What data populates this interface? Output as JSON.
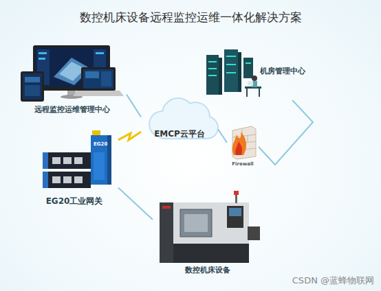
{
  "diagram": {
    "title": "数控机床设备远程监控运维一体化解决方案",
    "nodes": [
      {
        "text": [
          "远程监控运维管理中心"
        ]
      },
      {
        "text": [
          "机房管理中心"
        ]
      },
      {
        "text": [
          "EMCP云平台"
        ]
      },
      {
        "text": [
          "Firewall"
        ]
      },
      {
        "text": [
          "EG20工业网关"
        ]
      },
      {
        "text": [
          "数控机床设备"
        ]
      }
    ],
    "edges": [
      {
        "from": 0,
        "to": 2,
        "arrow": "none"
      },
      {
        "from": 2,
        "to": 3,
        "arrow": "none"
      },
      {
        "from": 3,
        "to": 1,
        "arrow": "none"
      },
      {
        "from": 4,
        "to": 2,
        "arrow": "none"
      },
      {
        "from": 4,
        "to": 5,
        "arrow": "none"
      }
    ],
    "labels": [
      "EG20",
      "CSDN @蓝蜂物联网"
    ]
  }
}
